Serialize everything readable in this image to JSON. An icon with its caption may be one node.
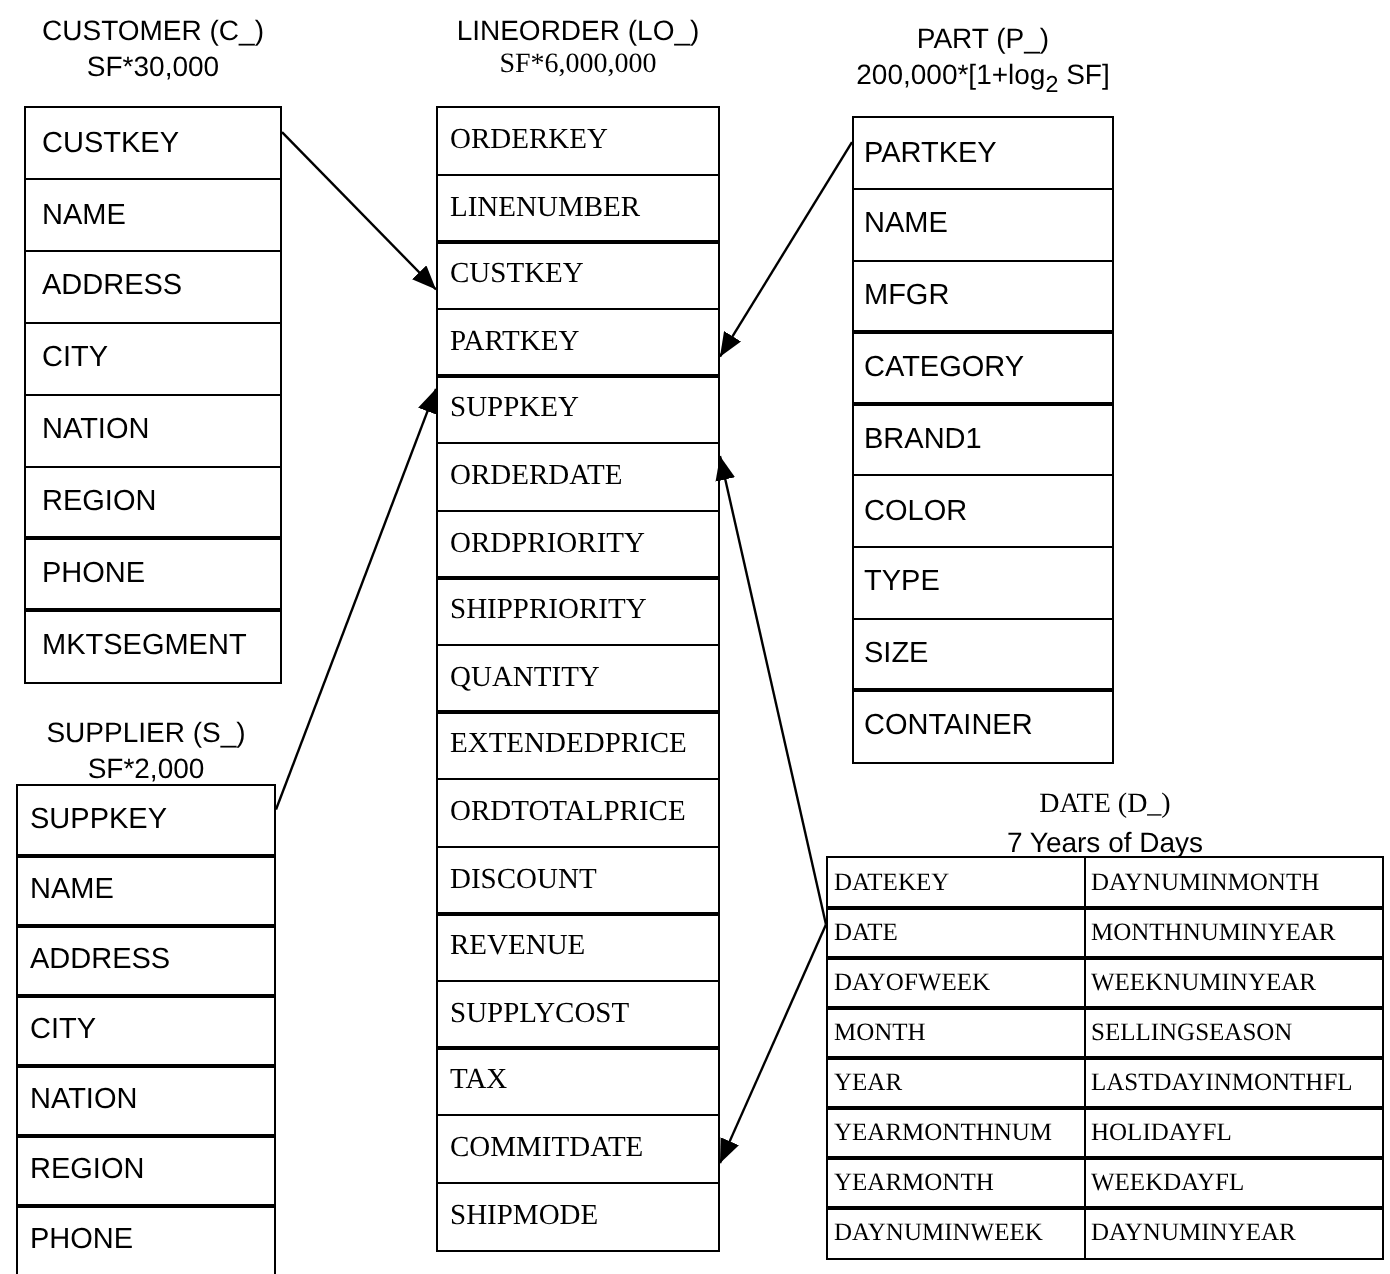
{
  "diagram": {
    "nodes": [
      {
        "text": [
          "CUSTOMER (C_)",
          "SF*30,000"
        ]
      },
      {
        "text": [
          "CUSTKEY"
        ],
        "in": 0
      },
      {
        "text": [
          "NAME"
        ],
        "in": 0
      },
      {
        "text": [
          "ADDRESS"
        ],
        "in": 0
      },
      {
        "text": [
          "CITY"
        ],
        "in": 0
      },
      {
        "text": [
          "NATION"
        ],
        "in": 0
      },
      {
        "text": [
          "REGION"
        ],
        "in": 0
      },
      {
        "text": [
          "PHONE"
        ],
        "in": 0
      },
      {
        "text": [
          "MKTSEGMENT"
        ],
        "in": 0
      },
      {
        "text": [
          "LINEORDER (LO_)",
          "SF*6,000,000"
        ]
      },
      {
        "text": [
          "ORDERKEY"
        ],
        "in": 9
      },
      {
        "text": [
          "LINENUMBER"
        ],
        "in": 9
      },
      {
        "text": [
          "CUSTKEY"
        ],
        "in": 9
      },
      {
        "text": [
          "PARTKEY"
        ],
        "in": 9
      },
      {
        "text": [
          "SUPPKEY"
        ],
        "in": 9
      },
      {
        "text": [
          "ORDERDATE"
        ],
        "in": 9
      },
      {
        "text": [
          "ORDPRIORITY"
        ],
        "in": 9
      },
      {
        "text": [
          "SHIPPRIORITY"
        ],
        "in": 9
      },
      {
        "text": [
          "QUANTITY"
        ],
        "in": 9
      },
      {
        "text": [
          "EXTENDEDPRICE"
        ],
        "in": 9
      },
      {
        "text": [
          "ORDTOTALPRICE"
        ],
        "in": 9
      },
      {
        "text": [
          "DISCOUNT"
        ],
        "in": 9
      },
      {
        "text": [
          "REVENUE"
        ],
        "in": 9
      },
      {
        "text": [
          "SUPPLYCOST"
        ],
        "in": 9
      },
      {
        "text": [
          "TAX"
        ],
        "in": 9
      },
      {
        "text": [
          "COMMITDATE"
        ],
        "in": 9
      },
      {
        "text": [
          "SHIPMODE"
        ],
        "in": 9
      },
      {
        "text": [
          "PART (P_)",
          "200,000*[1+log$_{2}$ SF]"
        ]
      },
      {
        "text": [
          "PARTKEY"
        ],
        "in": 27
      },
      {
        "text": [
          "NAME"
        ],
        "in": 27
      },
      {
        "text": [
          "MFGR"
        ],
        "in": 27
      },
      {
        "text": [
          "CATEGORY"
        ],
        "in": 27
      },
      {
        "text": [
          "BRAND1"
        ],
        "in": 27
      },
      {
        "text": [
          "COLOR"
        ],
        "in": 27
      },
      {
        "text": [
          "TYPE"
        ],
        "in": 27
      },
      {
        "text": [
          "SIZE"
        ],
        "in": 27
      },
      {
        "text": [
          "CONTAINER"
        ],
        "in": 27
      },
      {
        "text": [
          "SUPPLIER (S_)",
          "SF*2,000"
        ]
      },
      {
        "text": [
          "SUPPKEY"
        ],
        "in": 37
      },
      {
        "text": [
          "NAME"
        ],
        "in": 37
      },
      {
        "text": [
          "ADDRESS"
        ],
        "in": 37
      },
      {
        "text": [
          "CITY"
        ],
        "in": 37
      },
      {
        "text": [
          "NATION"
        ],
        "in": 37
      },
      {
        "text": [
          "REGION"
        ],
        "in": 37
      },
      {
        "text": [
          "PHONE"
        ],
        "in": 37
      },
      {
        "text": [
          "DATE (D_)",
          "7 Years of Days"
        ]
      },
      {
        "text": [
          "DATEKEY"
        ],
        "in": 45
      },
      {
        "text": [
          "DAYNUMINMONTH"
        ],
        "in": 45
      },
      {
        "text": [
          "DATE"
        ],
        "in": 45
      },
      {
        "text": [
          "MONTHNUMINYEAR"
        ],
        "in": 45
      },
      {
        "text": [
          "DAYOFWEEK"
        ],
        "in": 45
      },
      {
        "text": [
          "WEEKNUMINYEAR"
        ],
        "in": 45
      },
      {
        "text": [
          "MONTH"
        ],
        "in": 45
      },
      {
        "text": [
          "SELLINGSEASON"
        ],
        "in": 45
      },
      {
        "text": [
          "YEAR"
        ],
        "in": 45
      },
      {
        "text": [
          "LASTDAYINMONTHFL"
        ],
        "in": 45
      },
      {
        "text": [
          "YEARMONTHNUM"
        ],
        "in": 45
      },
      {
        "text": [
          "HOLIDAYFL"
        ],
        "in": 45
      },
      {
        "text": [
          "YEARMONTH"
        ],
        "in": 45
      },
      {
        "text": [
          "WEEKDAYFL"
        ],
        "in": 45
      },
      {
        "text": [
          "DAYNUMINWEEK"
        ],
        "in": 45
      },
      {
        "text": [
          "DAYNUMINYEAR"
        ],
        "in": 45
      }
    ],
    "edges": [
      {
        "from": 1,
        "to": 12,
        "arrow": "to"
      },
      {
        "from": 28,
        "to": 13,
        "arrow": "to"
      },
      {
        "from": 38,
        "to": 14,
        "arrow": "to"
      },
      {
        "from": 48,
        "to": 15,
        "arrow": "to"
      },
      {
        "from": 48,
        "to": 25,
        "arrow": "to"
      }
    ]
  }
}
